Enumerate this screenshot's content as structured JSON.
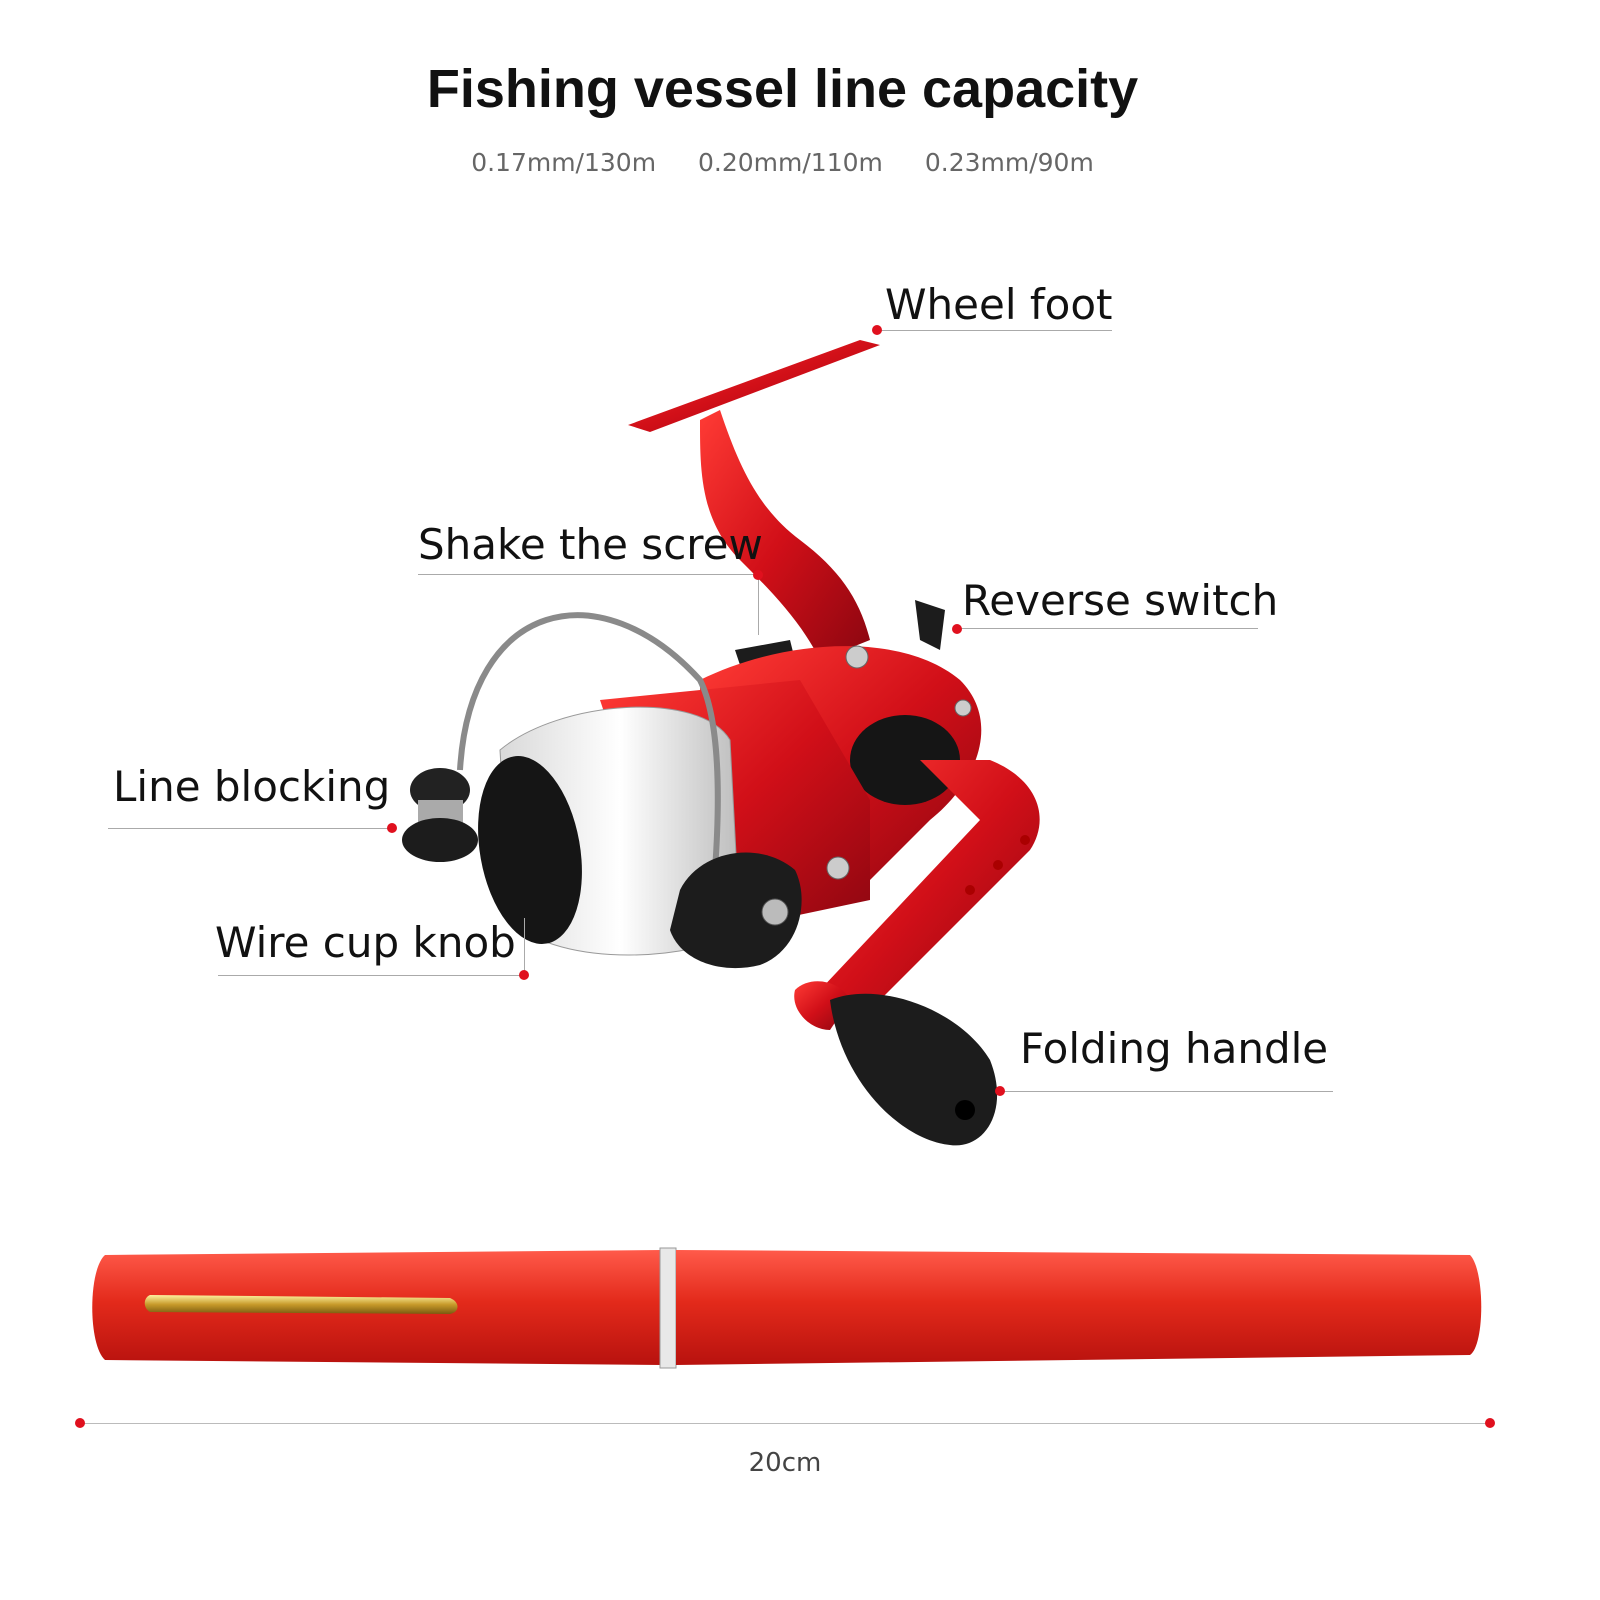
{
  "title": "Fishing vessel line capacity",
  "specs": [
    "0.17mm/130m",
    "0.20mm/110m",
    "0.23mm/90m"
  ],
  "labels": {
    "wheel_foot": "Wheel foot",
    "shake_screw": "Shake the screw",
    "reverse_switch": "Reverse switch",
    "line_blocking": "Line blocking",
    "wire_cup_knob": "Wire cup knob",
    "folding_handle": "Folding handle"
  },
  "measurement": "20cm",
  "colors": {
    "accent": "#e0101e",
    "reel_red": "#d8141c",
    "rod_red": "#e2321e",
    "knob_black": "#1c1c1c"
  }
}
